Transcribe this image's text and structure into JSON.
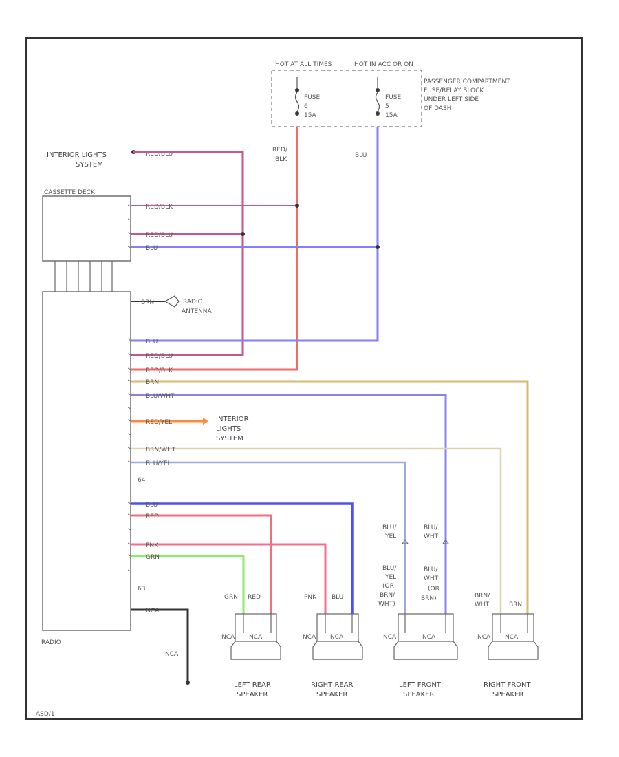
{
  "diagram": {
    "fuse_block": {
      "hot_at_all_times": "HOT AT ALL TIMES",
      "hot_in_acc": "HOT IN ACC OR ON",
      "fuse1": [
        "FUSE",
        "6",
        "15A"
      ],
      "fuse2": [
        "FUSE",
        "5",
        "15A"
      ],
      "block_label": [
        "PASSENGER COMPARTMENT",
        "FUSE/RELAY BLOCK",
        "UNDER LEFT SIDE",
        "OF DASH"
      ]
    },
    "labels": {
      "interior_lights_top": [
        "INTERIOR LIGHTS",
        "SYSTEM"
      ],
      "cassette_deck": "CASSETTE DECK",
      "red_blk_vertical": [
        "RED/",
        "BLK"
      ],
      "blu_vertical": "BLU",
      "wire_red_blu_1": "RED/BLU",
      "wire_red_blk_1": "RED/BLK",
      "wire_red_blu_2": "RED/BLU",
      "wire_blu_1": "BLU",
      "antenna_wire": "BRN",
      "antenna": [
        "RADIO",
        "ANTENNA"
      ],
      "wire_blu_2": "BLU",
      "wire_red_blu_3": "RED/BLU",
      "wire_red_blk_2": "RED/BLK",
      "wire_brn": "BRN",
      "wire_blu_wht": "BLU/WHT",
      "wire_red_yel": "RED/YEL",
      "interior_lights_mid": [
        "INTERIOR",
        "LIGHTS",
        "SYSTEM"
      ],
      "wire_brn_wht": "BRN/WHT",
      "wire_blu_yel": "BLU/YEL",
      "c64": "64",
      "wire_blu_3": "BLU",
      "wire_red": "RED",
      "wire_pnk": "PNK",
      "wire_grn": "GRN",
      "c63": "63",
      "wire_nca": "NCA",
      "ground_nca": "NCA",
      "radio": "RADIO",
      "footer": "ASD/1",
      "lf_top": [
        "BLU/",
        "YEL"
      ],
      "rf_top": [
        "BLU/",
        "WHT"
      ],
      "lf_mid": [
        "BLU/",
        "YEL",
        "(OR",
        "BRN/",
        "WHT)"
      ],
      "rf_mid": [
        "BLU/",
        "WHT",
        "(OR",
        "BRN)"
      ],
      "rr_mid": [
        "BRN/",
        "WHT"
      ],
      "spk_lr_a": "GRN",
      "spk_lr_b": "RED",
      "spk_rr_a": "PNK",
      "spk_rr_b": "BLU",
      "spk_rf_b": "BRN",
      "nca": "NCA"
    },
    "speakers": [
      {
        "name": [
          "LEFT REAR",
          "SPEAKER"
        ]
      },
      {
        "name": [
          "RIGHT REAR",
          "SPEAKER"
        ]
      },
      {
        "name": [
          "LEFT FRONT",
          "SPEAKER"
        ]
      },
      {
        "name": [
          "RIGHT FRONT",
          "SPEAKER"
        ]
      }
    ],
    "colors": {
      "red_blu": "#c5568e",
      "red_blk": "#f06a6a",
      "blu": "#8080ff",
      "blu_wht": "#b0a0ff",
      "brn": "#d9b870",
      "brn_wht": "#e0d2b0",
      "red_yel": "#ff8c3a",
      "blu_yel": "#a0a8dd",
      "blu_dark": "#5050ee",
      "red": "#f07080",
      "pnk": "#f07090",
      "grn": "#88ee66",
      "black": "#333333"
    }
  }
}
